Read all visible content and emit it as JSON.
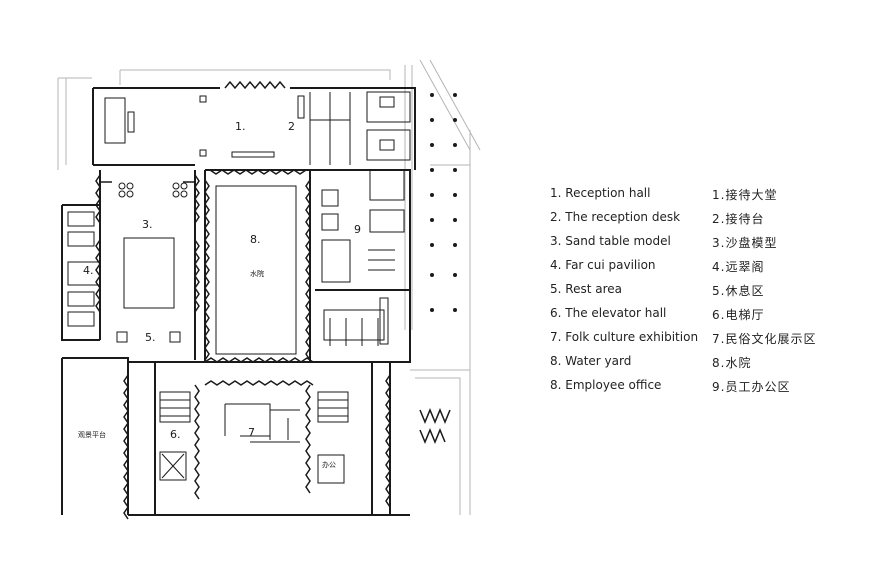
{
  "colors": {
    "line": "#1a1a1a",
    "faint": "#b5b5b5",
    "text": "#222222"
  },
  "plan": {
    "area_numbers": [
      "1.",
      "2",
      "3.",
      "4.",
      "5.",
      "6.",
      "7",
      "8.",
      "9"
    ],
    "room_labels": {
      "water_yard": "水院",
      "viewing_platform": "观景平台",
      "office": "办公"
    }
  },
  "legend": {
    "items": [
      {
        "en": "1. Reception hall",
        "zh": "1.接待大堂"
      },
      {
        "en": "2. The reception desk",
        "zh": "2.接待台"
      },
      {
        "en": "3. Sand table model",
        "zh": "3.沙盘模型"
      },
      {
        "en": "4. Far cui pavilion",
        "zh": "4.远翠阁"
      },
      {
        "en": "5. Rest area",
        "zh": "5.休息区"
      },
      {
        "en": "6. The elevator hall",
        "zh": "6.电梯厅"
      },
      {
        "en": "7. Folk culture exhibition",
        "zh": "7.民俗文化展示区"
      },
      {
        "en": "8. Water yard",
        "zh": "8.水院"
      },
      {
        "en": "8. Employee office",
        "zh": "9.员工办公区"
      }
    ]
  }
}
